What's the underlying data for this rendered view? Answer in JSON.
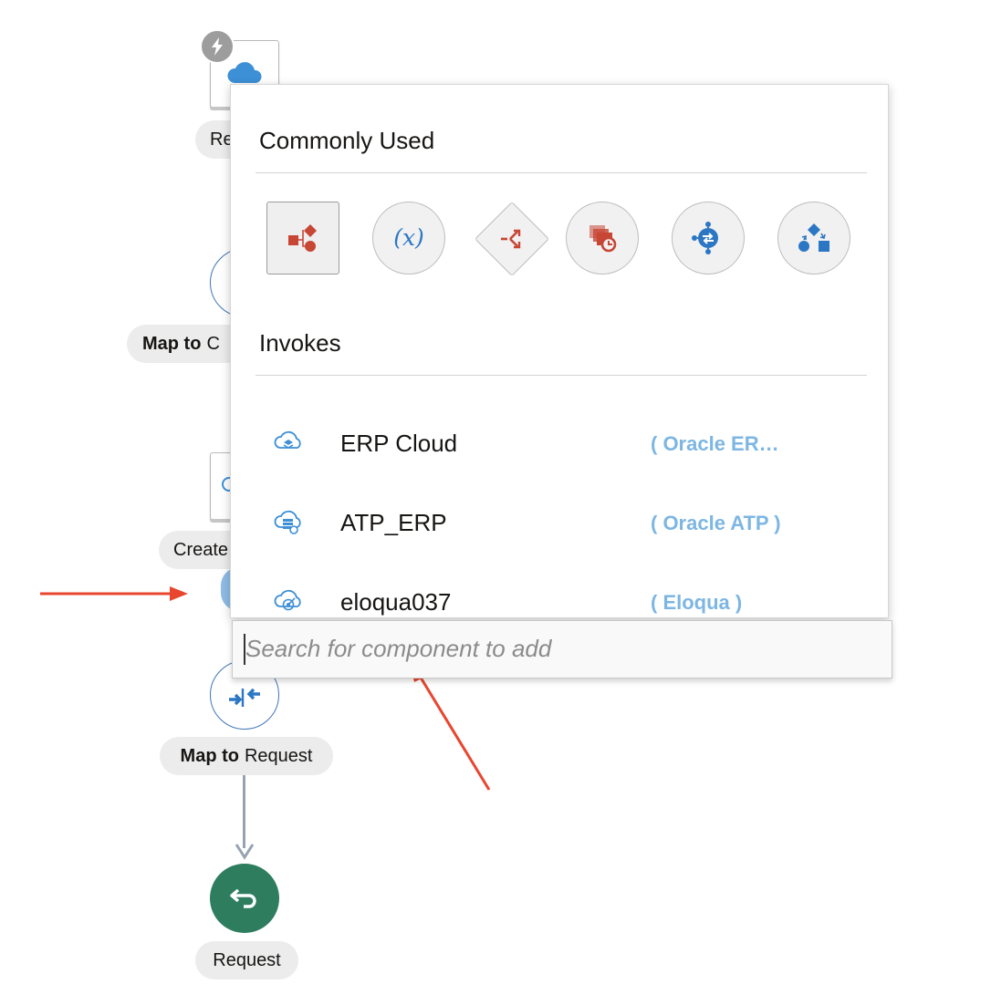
{
  "canvas": {
    "trigger_label": "Re",
    "map_create_label_bold": "Map to",
    "map_create_label_rest": "C",
    "create_label": "Create",
    "map_request_label_bold": "Map to",
    "map_request_label_rest": "Request",
    "request_label": "Request"
  },
  "popup": {
    "commonly_used_title": "Commonly Used",
    "commonly_used_icons": [
      "data-stitch-icon",
      "assign-variable-icon",
      "switch-icon",
      "for-each-icon",
      "integration-call-icon",
      "process-icon"
    ],
    "invokes_title": "Invokes",
    "invokes": [
      {
        "name": "ERP Cloud",
        "type": "( Oracle ER…",
        "icon": "cloud-erp-icon"
      },
      {
        "name": "ATP_ERP",
        "type": "( Oracle ATP )",
        "icon": "cloud-database-icon"
      },
      {
        "name": "eloqua037",
        "type": "( Eloqua )",
        "icon": "cloud-target-icon"
      }
    ]
  },
  "search": {
    "placeholder": "Search for component to add",
    "value": ""
  },
  "colors": {
    "accent_orange": "#c74634",
    "accent_blue": "#2c77c4",
    "invoke_type_blue": "#7db6e3",
    "return_green": "#2e7d5f",
    "annotation_red": "#e8462f"
  }
}
